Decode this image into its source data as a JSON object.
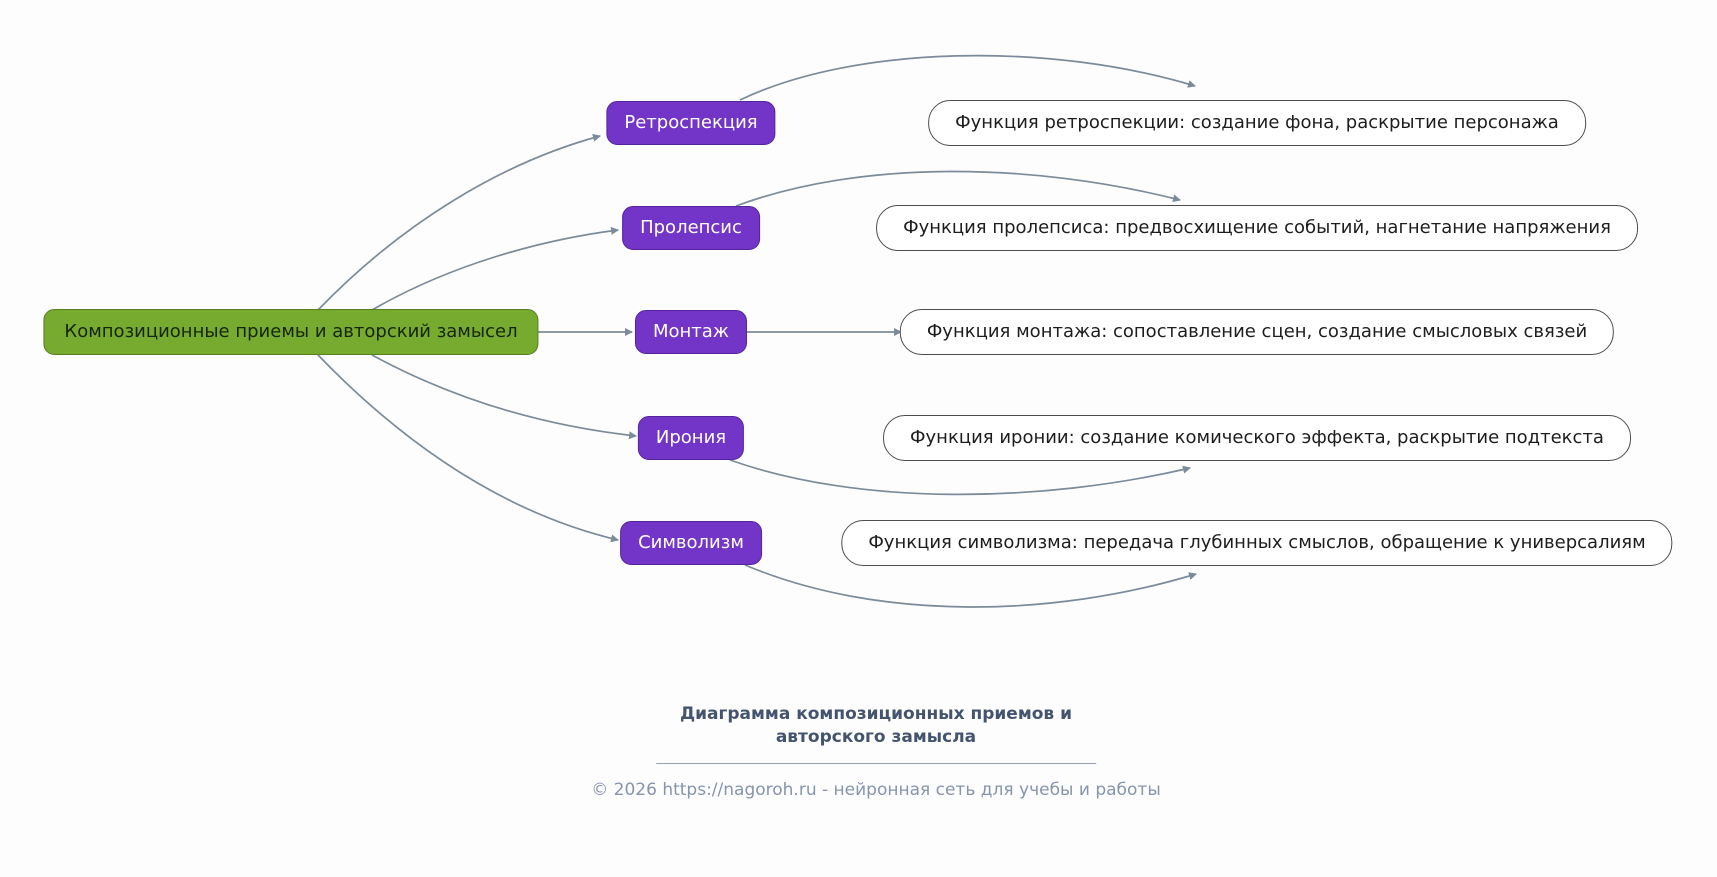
{
  "diagram": {
    "root": {
      "label": "Композиционные приемы и авторский замысел"
    },
    "techniques": [
      {
        "label": "Ретроспекция",
        "function": "Функция ретроспекции: создание фона, раскрытие персонажа"
      },
      {
        "label": "Пролепсис",
        "function": "Функция пролепсиса: предвосхищение событий, нагнетание напряжения"
      },
      {
        "label": "Монтаж",
        "function": "Функция монтажа: сопоставление сцен, создание смысловых связей"
      },
      {
        "label": "Ирония",
        "function": "Функция иронии: создание комического эффекта, раскрытие подтекста"
      },
      {
        "label": "Символизм",
        "function": "Функция символизма: передача глубинных смыслов, обращение к универсалиям"
      }
    ]
  },
  "footer": {
    "title": "Диаграмма композиционных приемов и авторского замысла",
    "copyright": "© 2026 https://nagoroh.ru - нейронная сеть для учебы и работы"
  },
  "colors": {
    "root_fill": "#76ab2f",
    "root_border": "#567f1f",
    "node_fill": "#7334c8",
    "node_border": "#55249c",
    "edge": "#7b8b99",
    "box_border": "#4d4d4d",
    "title_text": "#44546e",
    "copyright_text": "#8694ad"
  }
}
